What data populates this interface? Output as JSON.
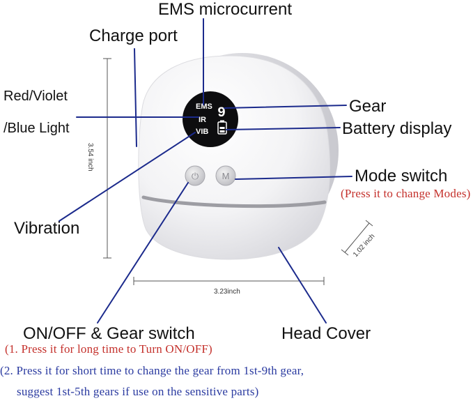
{
  "labels": {
    "ems_microcurrent": "EMS microcurrent",
    "charge_port": "Charge port",
    "red_violet_1": "Red/Violet",
    "red_violet_2": "/Blue Light",
    "gear": "Gear",
    "battery_display": "Battery display",
    "mode_switch": "Mode switch",
    "mode_switch_note": "(Press it to change Modes)",
    "vibration": "Vibration",
    "on_off_gear_switch": "ON/OFF & Gear switch",
    "head_cover": "Head Cover",
    "note_1": "(1. Press it for long time to Turn ON/OFF)",
    "note_2a": "(2. Press it for short time to change the gear from 1st-9th gear,",
    "note_2b": "suggest 1st-5th gears if use on the sensitive parts)"
  },
  "dimensions": {
    "height": "3.54 inch",
    "width": "3.23inch",
    "depth": "1.02 inch"
  },
  "display": {
    "ems": "EMS",
    "ir": "IR",
    "vib": "VIB",
    "gear_digit": "9"
  },
  "buttons": {
    "power_glyph": "⏻",
    "mode_glyph": "M"
  },
  "colors": {
    "callout_line": "#1b2a8c",
    "note_red": "#c4302b",
    "note_blue": "#2a3aa0",
    "device_body": "#f7f7f8",
    "screen": "#0d0d0f"
  }
}
